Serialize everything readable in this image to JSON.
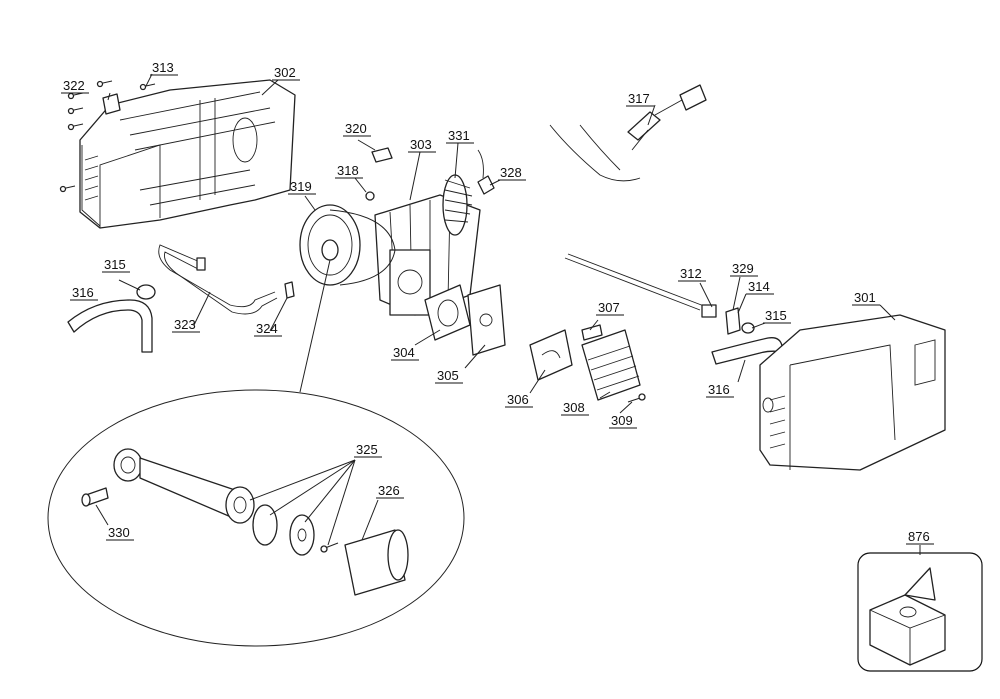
{
  "diagram": {
    "labels": [
      "301",
      "302",
      "303",
      "304",
      "305",
      "306",
      "307",
      "308",
      "309",
      "312",
      "313",
      "314",
      "315",
      "315",
      "316",
      "316",
      "317",
      "318",
      "319",
      "320",
      "322",
      "323",
      "324",
      "325",
      "326",
      "328",
      "329",
      "330",
      "331",
      "876"
    ]
  }
}
